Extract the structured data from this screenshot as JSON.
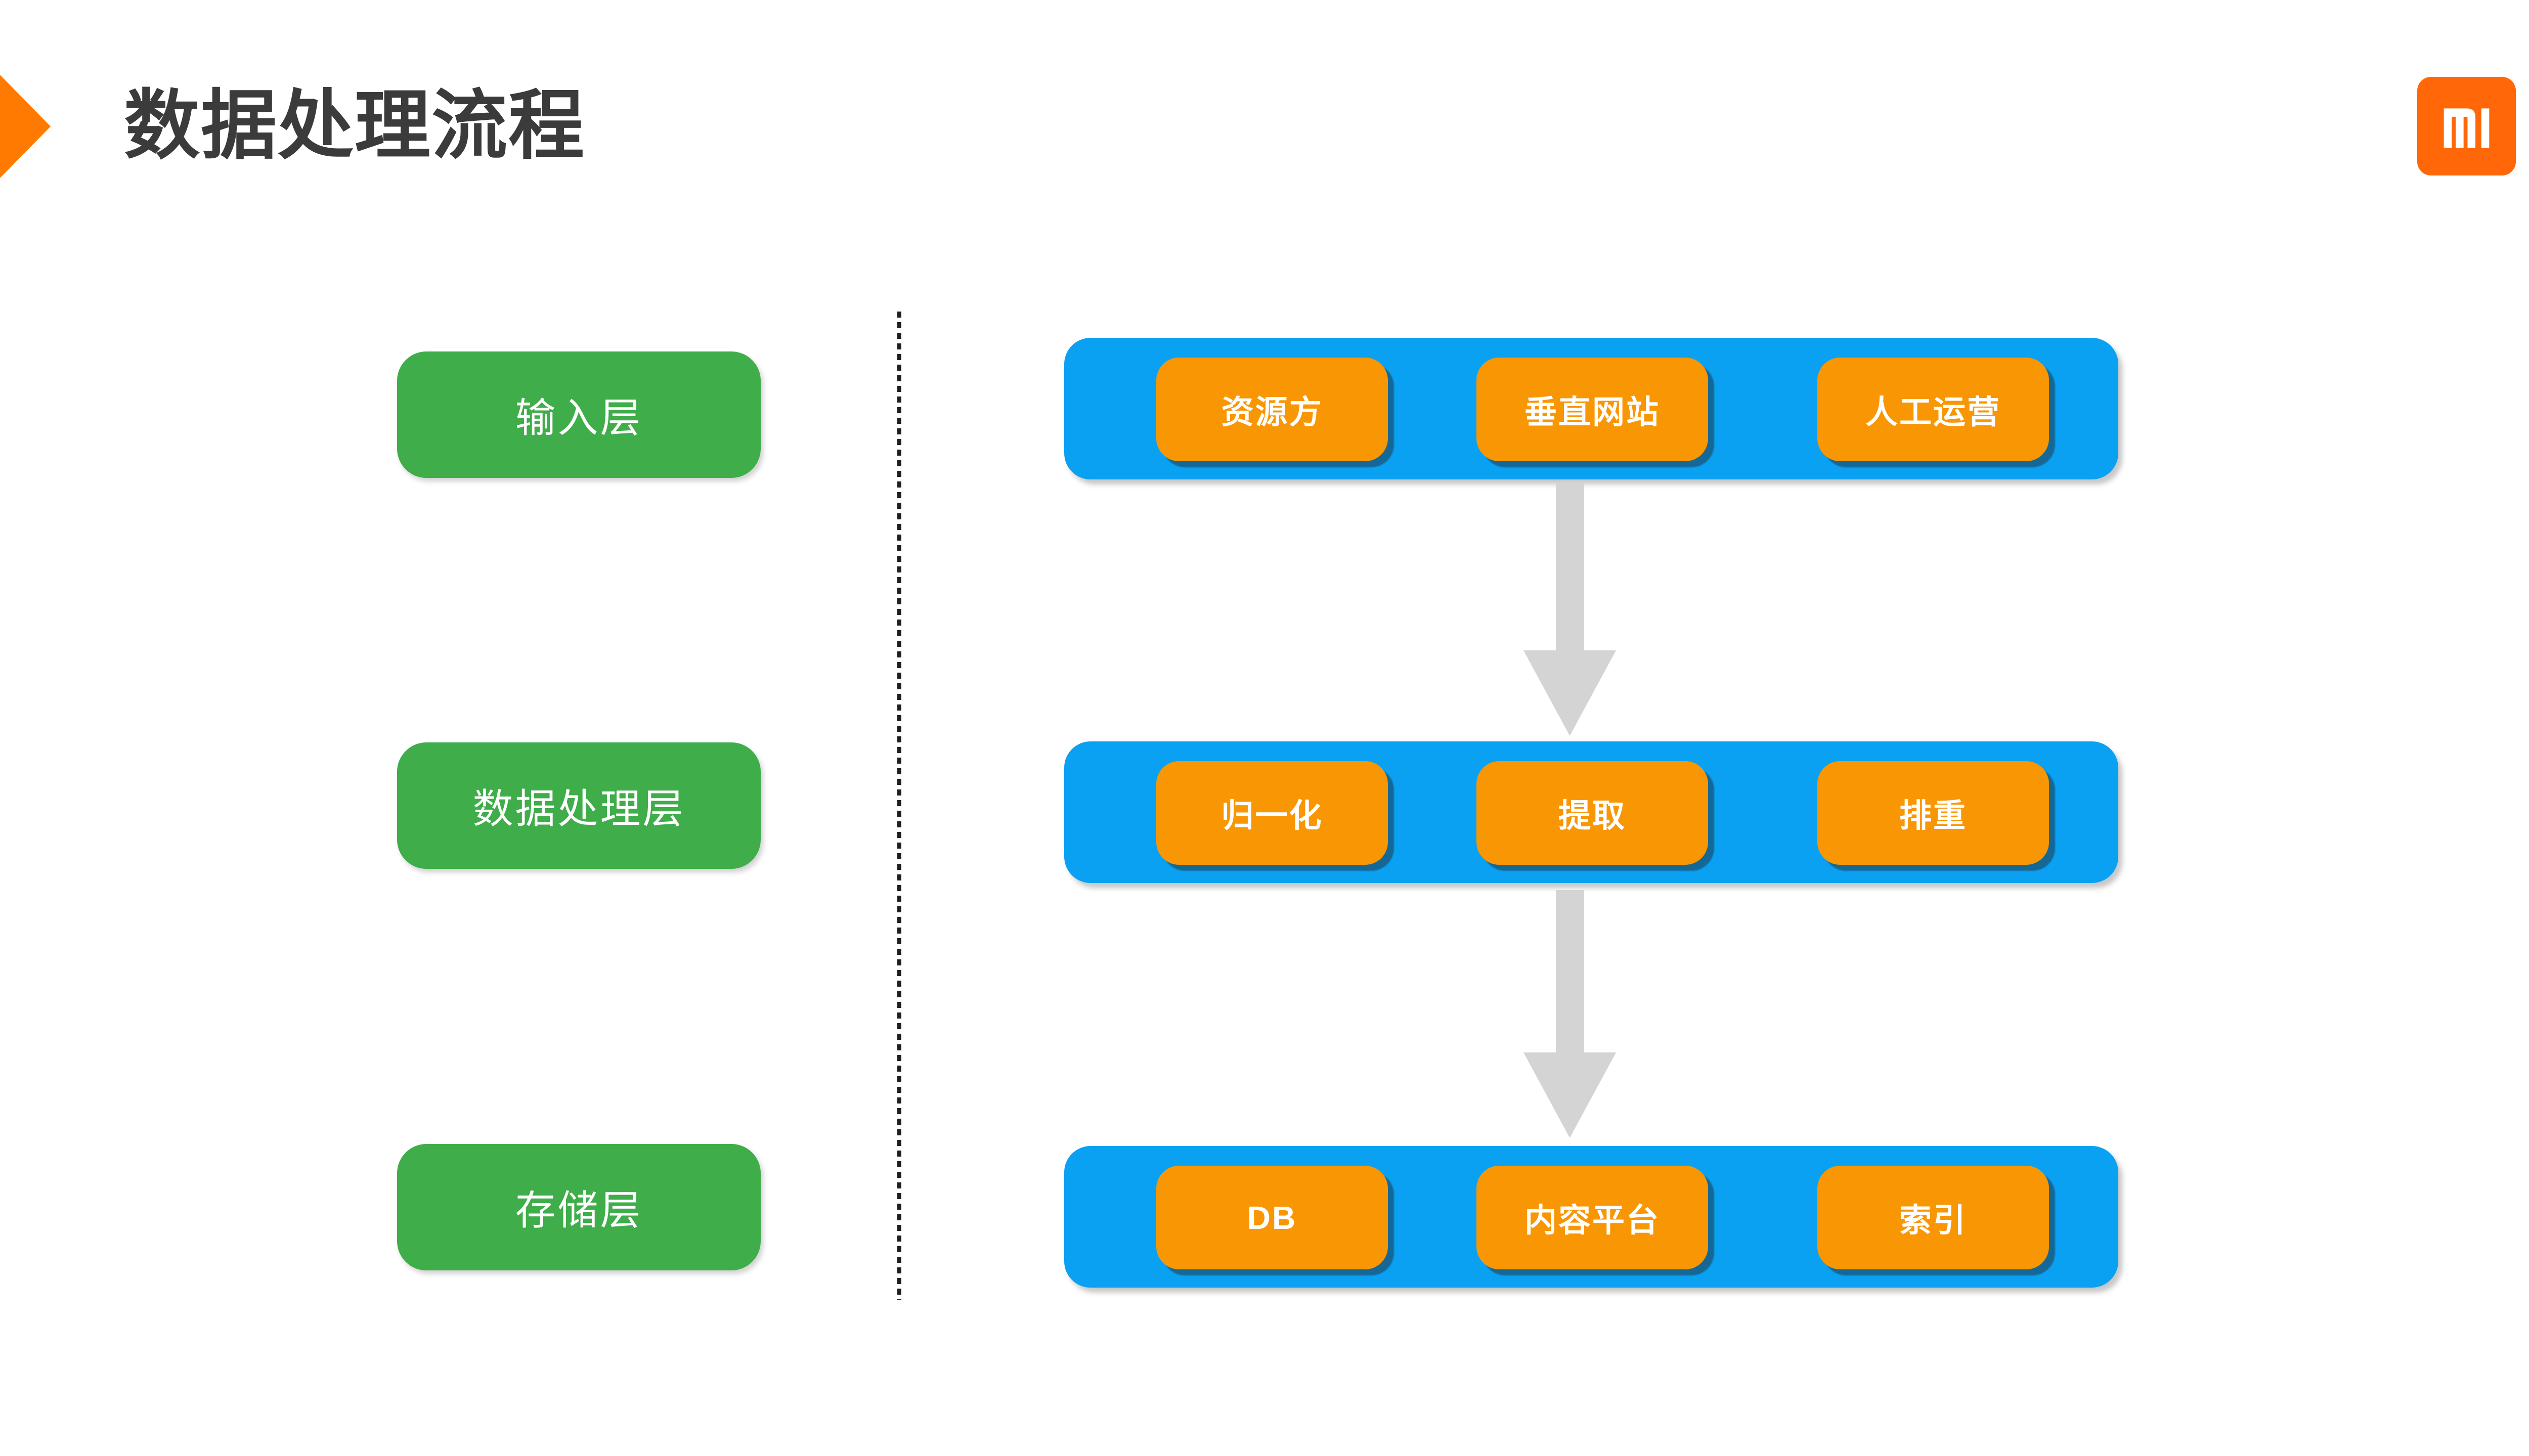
{
  "slide": {
    "title": "数据处理流程"
  },
  "brand": {
    "logo": "xiaomi-mi-logo",
    "logo_color": "#FF6709"
  },
  "colors": {
    "accent_chevron": "#FF7A01",
    "layer_label_green": "#3FAD4A",
    "stage_bar_blue": "#0AA1F2",
    "node_orange": "#F99603",
    "arrow_gray": "#D4D4D4",
    "title_text": "#3B3B3B"
  },
  "layers": [
    {
      "label": "输入层",
      "nodes": [
        "资源方",
        "垂直网站",
        "人工运营"
      ]
    },
    {
      "label": "数据处理层",
      "nodes": [
        "归一化",
        "提取",
        "排重"
      ]
    },
    {
      "label": "存储层",
      "nodes": [
        "DB",
        "内容平台",
        "索引"
      ]
    }
  ]
}
